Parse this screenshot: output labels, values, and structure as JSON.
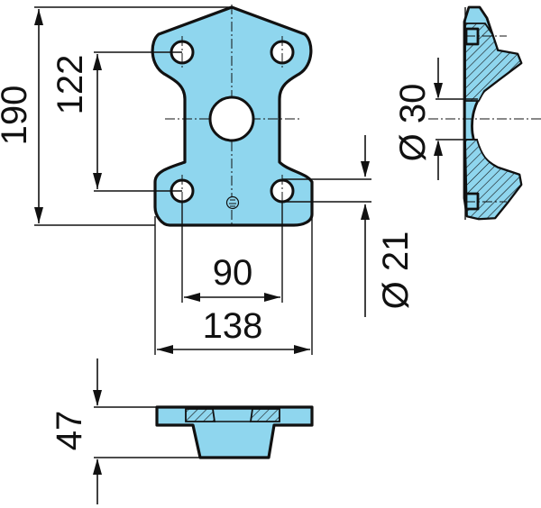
{
  "dimensions": {
    "overall_height": "190",
    "hole_spacing_vertical": "122",
    "hole_spacing_horizontal": "90",
    "overall_width": "138",
    "small_hole_diameter": "Ø 21",
    "center_hole_diameter": "Ø 30",
    "part_thickness": "47"
  },
  "colors": {
    "part_fill": "#8fd6ee",
    "outline": "#111111",
    "background": "#ffffff"
  }
}
